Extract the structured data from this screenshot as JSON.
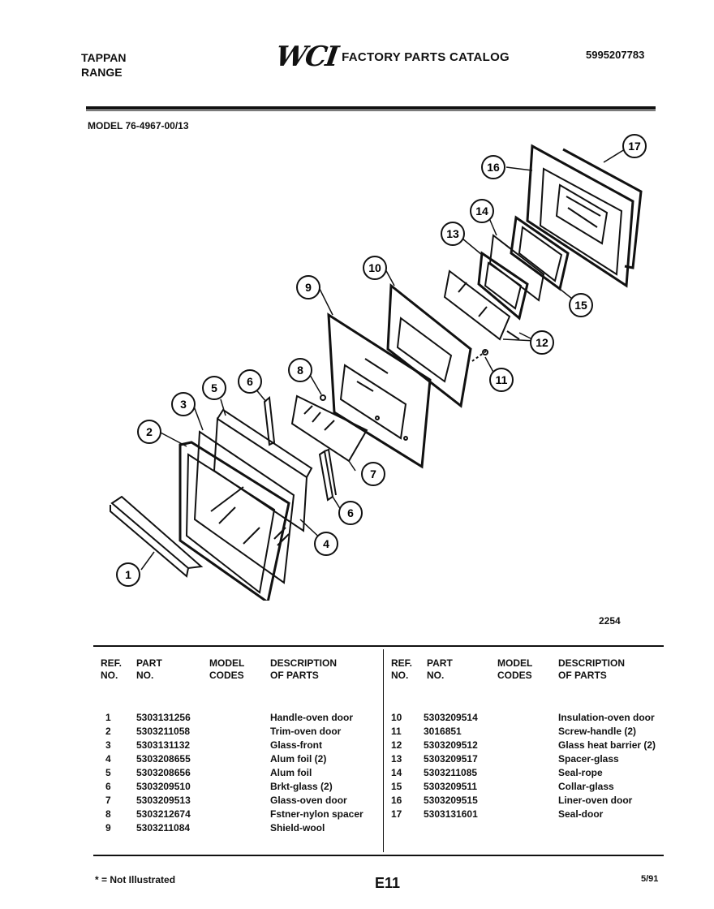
{
  "header": {
    "brand_line1": "TAPPAN",
    "brand_line2": "RANGE",
    "logo_text": "WCI",
    "catalog_title": "FACTORY PARTS CATALOG",
    "catalog_number": "5995207783"
  },
  "model_label": "MODEL 76-4967-00/13",
  "diagram": {
    "callouts": [
      "1",
      "2",
      "3",
      "4",
      "5",
      "6",
      "6",
      "7",
      "8",
      "9",
      "10",
      "11",
      "12",
      "13",
      "14",
      "15",
      "16",
      "17"
    ]
  },
  "figure_number": "2254",
  "table": {
    "headers": {
      "ref": [
        "REF.",
        "NO."
      ],
      "part": [
        "PART",
        "NO."
      ],
      "model": [
        "MODEL",
        "CODES"
      ],
      "desc": [
        "DESCRIPTION",
        "OF PARTS"
      ]
    },
    "left_rows": [
      {
        "ref": "1",
        "part": "5303131256",
        "desc": "Handle-oven door"
      },
      {
        "ref": "2",
        "part": "5303211058",
        "desc": "Trim-oven door"
      },
      {
        "ref": "3",
        "part": "5303131132",
        "desc": "Glass-front"
      },
      {
        "ref": "4",
        "part": "5303208655",
        "desc": "Alum foil (2)"
      },
      {
        "ref": "5",
        "part": "5303208656",
        "desc": "Alum foil"
      },
      {
        "ref": "6",
        "part": "5303209510",
        "desc": "Brkt-glass (2)"
      },
      {
        "ref": "7",
        "part": "5303209513",
        "desc": "Glass-oven door"
      },
      {
        "ref": "8",
        "part": "5303212674",
        "desc": "Fstner-nylon spacer"
      },
      {
        "ref": "9",
        "part": "5303211084",
        "desc": "Shield-wool"
      }
    ],
    "right_rows": [
      {
        "ref": "10",
        "part": "5303209514",
        "desc": "Insulation-oven door"
      },
      {
        "ref": "11",
        "part": "3016851",
        "desc": "Screw-handle (2)"
      },
      {
        "ref": "12",
        "part": "5303209512",
        "desc": "Glass heat barrier (2)"
      },
      {
        "ref": "13",
        "part": "5303209517",
        "desc": "Spacer-glass"
      },
      {
        "ref": "14",
        "part": "5303211085",
        "desc": "Seal-rope"
      },
      {
        "ref": "15",
        "part": "5303209511",
        "desc": "Collar-glass"
      },
      {
        "ref": "16",
        "part": "5303209515",
        "desc": "Liner-oven door"
      },
      {
        "ref": "17",
        "part": "5303131601",
        "desc": "Seal-door"
      }
    ]
  },
  "footer": {
    "note": "* = Not Illustrated",
    "page_code": "E11",
    "date": "5/91"
  }
}
